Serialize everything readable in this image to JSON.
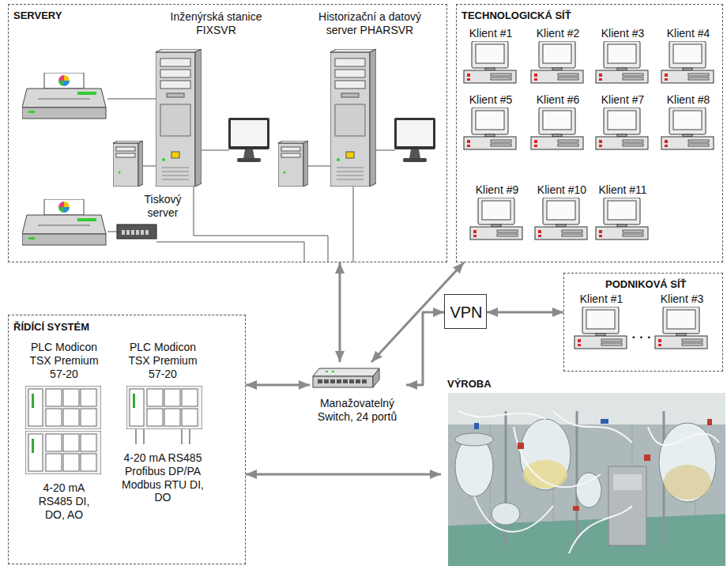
{
  "diagram": {
    "nodes": [
      {
        "text": [
          "SERVERY"
        ]
      },
      {
        "text": [
          "Inženýrská stanice FIXSVR"
        ],
        "in": 0
      },
      {
        "text": [
          "Historizační a datový server PHARSVR"
        ],
        "in": 0
      },
      {
        "text": [
          "Tiskový server"
        ],
        "in": 0
      },
      {
        "text": [
          "TECHNOLOGICKÁ SÍŤ"
        ]
      },
      {
        "text": [
          "Klient #1"
        ],
        "in": 4
      },
      {
        "text": [
          "Klient #2"
        ],
        "in": 4
      },
      {
        "text": [
          "Klient #3"
        ],
        "in": 4
      },
      {
        "text": [
          "Klient #4"
        ],
        "in": 4
      },
      {
        "text": [
          "Klient #5"
        ],
        "in": 4
      },
      {
        "text": [
          "Klient #6"
        ],
        "in": 4
      },
      {
        "text": [
          "Klient #7"
        ],
        "in": 4
      },
      {
        "text": [
          "Klient #8"
        ],
        "in": 4
      },
      {
        "text": [
          "Klient #9"
        ],
        "in": 4
      },
      {
        "text": [
          "Klient #10"
        ],
        "in": 4
      },
      {
        "text": [
          "Klient #11"
        ],
        "in": 4
      },
      {
        "text": [
          "PODNIKOVÁ SÍŤ"
        ]
      },
      {
        "text": [
          "Klient #1"
        ],
        "in": 16
      },
      {
        "text": [
          "Klient #3"
        ],
        "in": 16
      },
      {
        "text": [
          "ŘÍDÍCÍ SYSTÉM"
        ]
      },
      {
        "text": [
          "PLC Modicon TSX Premium 57-20",
          "4-20 mA RS485 DI, DO, AO"
        ],
        "in": 19
      },
      {
        "text": [
          "PLC Modicon TSX Premium 57-20",
          "4-20 mA RS485 Profibus DP/PA Modbus RTU DI, DO"
        ],
        "in": 19
      },
      {
        "text": [
          "VÝROBA"
        ]
      },
      {
        "text": [
          "Manažovatelný Switch, 24 portů"
        ]
      },
      {
        "text": [
          "VPN"
        ]
      }
    ],
    "edges": [
      {
        "from": 0,
        "to": 23,
        "arrow": "both"
      },
      {
        "from": 4,
        "to": 23,
        "arrow": "both"
      },
      {
        "from": 19,
        "to": 23,
        "arrow": "both"
      },
      {
        "from": 23,
        "to": 24,
        "arrow": "both"
      },
      {
        "from": 24,
        "to": 16,
        "arrow": "both"
      },
      {
        "from": 19,
        "to": 22,
        "arrow": "both"
      }
    ],
    "labels": [
      "· · ·"
    ]
  }
}
